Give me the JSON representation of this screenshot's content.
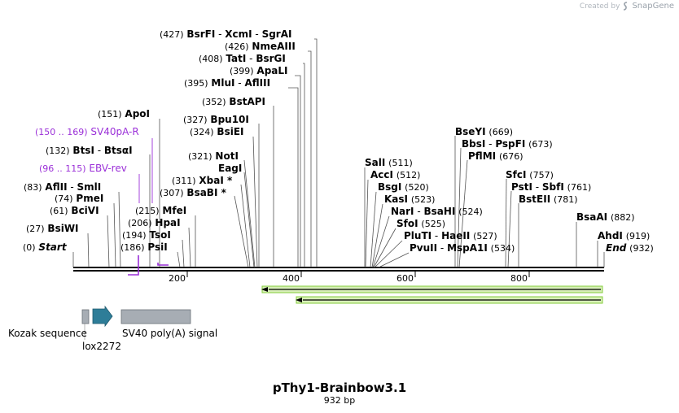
{
  "credit": {
    "prefix": "Created by",
    "product": "SnapGene",
    "icon": "snapgene-logo-icon"
  },
  "map": {
    "name": "pThy1-Brainbow3.1",
    "length_label": "932 bp",
    "total_bp": 932,
    "ticks": [
      {
        "bp": 200,
        "label": "200"
      },
      {
        "bp": 400,
        "label": "400"
      },
      {
        "bp": 600,
        "label": "600"
      },
      {
        "bp": 800,
        "label": "800"
      }
    ],
    "sites": [
      {
        "pos": "(427)",
        "name": "BsrFI",
        "extra": [
          "XcmI",
          "SgrAI"
        ],
        "bp": 427
      },
      {
        "pos": "(426)",
        "name": "NmeAIII",
        "bp": 426
      },
      {
        "pos": "(408)",
        "name": "TatI",
        "extra": [
          "BsrGI"
        ],
        "bp": 408
      },
      {
        "pos": "(399)",
        "name": "ApaLI",
        "bp": 399
      },
      {
        "pos": "(395)",
        "name": "MluI",
        "extra": [
          "AflIII"
        ],
        "bp": 395
      },
      {
        "pos": "(352)",
        "name": "BstAPI",
        "bp": 352
      },
      {
        "pos": "(151)",
        "name": "ApoI",
        "bp": 151
      },
      {
        "pos": "(327)",
        "name": "Bpu10I",
        "bp": 327
      },
      {
        "pos": "(324)",
        "name": "BsiEI",
        "bp": 324
      },
      {
        "pos": "(132)",
        "name": "BtsI",
        "extra": [
          "BtsαI"
        ],
        "bp": 132
      },
      {
        "pos": "(321)",
        "name": "NotI",
        "bp": 321
      },
      {
        "pos": "",
        "name": "EagI",
        "bp": 321
      },
      {
        "pos": "(311)",
        "name": "XbaI *",
        "bp": 311
      },
      {
        "pos": "(83)",
        "name": "AflII",
        "extra": [
          "SmlI"
        ],
        "bp": 83
      },
      {
        "pos": "(307)",
        "name": "BsaBI *",
        "bp": 307
      },
      {
        "pos": "(74)",
        "name": "PmeI",
        "bp": 74
      },
      {
        "pos": "(61)",
        "name": "BciVI",
        "bp": 61
      },
      {
        "pos": "(215)",
        "name": "MfeI",
        "bp": 215
      },
      {
        "pos": "(206)",
        "name": "HpaI",
        "bp": 206
      },
      {
        "pos": "(27)",
        "name": "BsiWI",
        "bp": 27
      },
      {
        "pos": "(194)",
        "name": "TsoI",
        "bp": 194
      },
      {
        "pos": "(0)",
        "name": "Start",
        "bp": 0
      },
      {
        "pos": "(186)",
        "name": "PsiI",
        "bp": 186
      },
      {
        "pos": "(511)",
        "name": "SalI",
        "bp": 511
      },
      {
        "pos": "(512)",
        "name": "AccI",
        "bp": 512
      },
      {
        "pos": "(520)",
        "name": "BsgI",
        "bp": 520
      },
      {
        "pos": "(523)",
        "name": "KasI",
        "bp": 523
      },
      {
        "pos": "(524)",
        "name": "NarI",
        "extra": [
          "BsaHI"
        ],
        "bp": 524
      },
      {
        "pos": "(525)",
        "name": "SfoI",
        "bp": 525
      },
      {
        "pos": "(527)",
        "name": "PluTI",
        "extra": [
          "HaeII"
        ],
        "bp": 527
      },
      {
        "pos": "(534)",
        "name": "PvuII",
        "extra": [
          "MspA1I"
        ],
        "bp": 534
      },
      {
        "pos": "(669)",
        "name": "BseYI",
        "bp": 669
      },
      {
        "pos": "(673)",
        "name": "BbsI",
        "extra": [
          "PspFI"
        ],
        "bp": 673
      },
      {
        "pos": "(676)",
        "name": "PflMI",
        "bp": 676
      },
      {
        "pos": "(757)",
        "name": "SfcI",
        "bp": 757
      },
      {
        "pos": "(761)",
        "name": "PstI",
        "extra": [
          "SbfI"
        ],
        "bp": 761
      },
      {
        "pos": "(781)",
        "name": "BstEII",
        "bp": 781
      },
      {
        "pos": "(882)",
        "name": "BsaAI",
        "bp": 882
      },
      {
        "pos": "(919)",
        "name": "AhdI",
        "bp": 919
      },
      {
        "pos": "(932)",
        "name": "End",
        "bp": 932
      }
    ],
    "primers": [
      {
        "range": "(150 .. 169)",
        "name": "SV40pA-R",
        "color": "#9b30d8"
      },
      {
        "range": "(96 .. 115)",
        "name": "EBV-rev",
        "color": "#9b30d8"
      }
    ],
    "features": [
      {
        "name": "Kozak sequence",
        "color": "#a7adb4"
      },
      {
        "name": "lox2272",
        "color": "#2e7d98"
      },
      {
        "name": "SV40 poly(A) signal",
        "color": "#a7adb4"
      }
    ],
    "orfs": {
      "color": "#84cc3c",
      "arrow": "arrow-left-icon"
    }
  }
}
